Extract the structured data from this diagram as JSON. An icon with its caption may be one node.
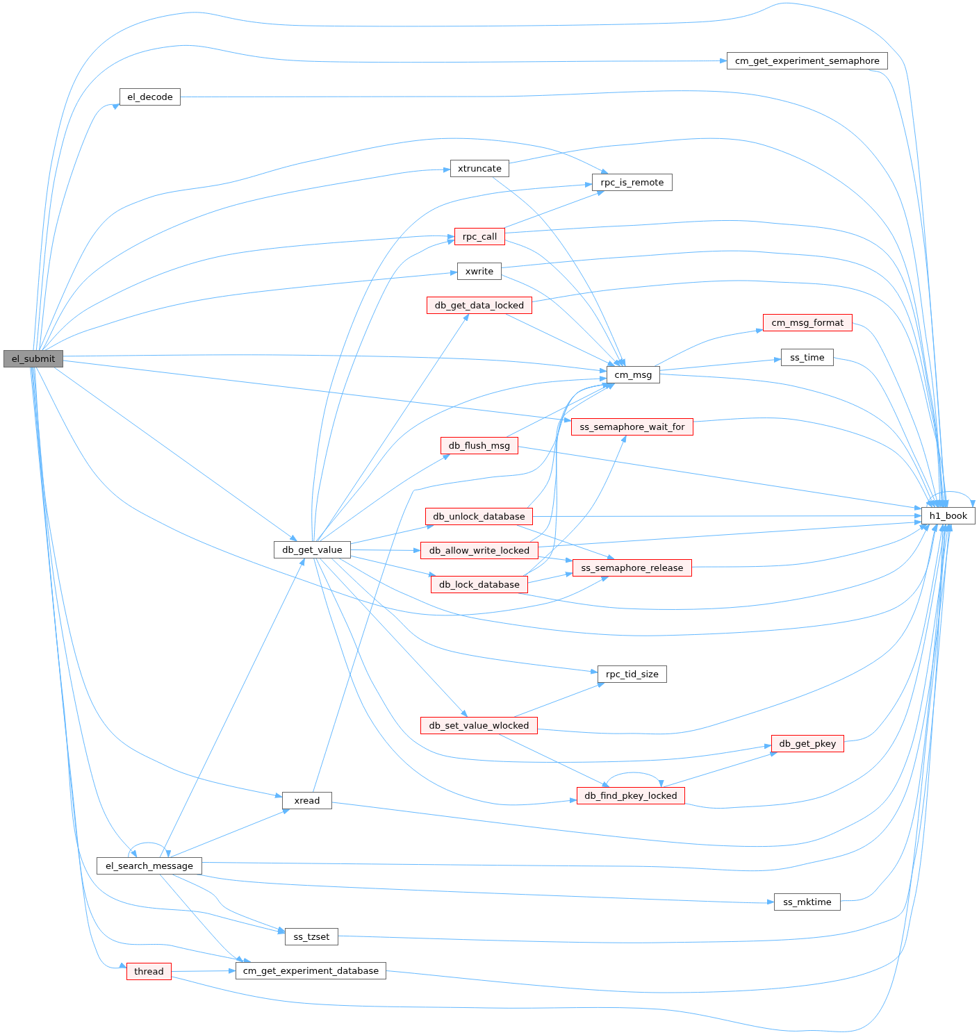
{
  "diagram": {
    "nodes": [
      {
        "text": [
          "el_submit"
        ]
      },
      {
        "text": [
          "el_decode"
        ]
      },
      {
        "text": [
          "cm_get_experiment_semaphore"
        ]
      },
      {
        "text": [
          "xtruncate"
        ]
      },
      {
        "text": [
          "rpc_is_remote"
        ]
      },
      {
        "text": [
          "rpc_call"
        ]
      },
      {
        "text": [
          "xwrite"
        ]
      },
      {
        "text": [
          "db_get_data_locked"
        ]
      },
      {
        "text": [
          "cm_msg"
        ]
      },
      {
        "text": [
          "cm_msg_format"
        ]
      },
      {
        "text": [
          "ss_time"
        ]
      },
      {
        "text": [
          "ss_semaphore_wait_for"
        ]
      },
      {
        "text": [
          "db_flush_msg"
        ]
      },
      {
        "text": [
          "h1_book"
        ]
      },
      {
        "text": [
          "db_unlock_database"
        ]
      },
      {
        "text": [
          "db_get_value"
        ]
      },
      {
        "text": [
          "db_allow_write_locked"
        ]
      },
      {
        "text": [
          "db_lock_database"
        ]
      },
      {
        "text": [
          "ss_semaphore_release"
        ]
      },
      {
        "text": [
          "rpc_tid_size"
        ]
      },
      {
        "text": [
          "db_set_value_wlocked"
        ]
      },
      {
        "text": [
          "db_get_pkey"
        ]
      },
      {
        "text": [
          "db_find_pkey_locked"
        ]
      },
      {
        "text": [
          "xread"
        ]
      },
      {
        "text": [
          "el_search_message"
        ]
      },
      {
        "text": [
          "ss_mktime"
        ]
      },
      {
        "text": [
          "ss_tzset"
        ]
      },
      {
        "text": [
          "thread"
        ]
      },
      {
        "text": [
          "cm_get_experiment_database"
        ]
      }
    ],
    "edges": [
      {
        "from": 0,
        "to": 13,
        "arrow": "to"
      },
      {
        "from": 0,
        "to": 2,
        "arrow": "to"
      },
      {
        "from": 0,
        "to": 1,
        "arrow": "to"
      },
      {
        "from": 0,
        "to": 4,
        "arrow": "to"
      },
      {
        "from": 0,
        "to": 3,
        "arrow": "to"
      },
      {
        "from": 0,
        "to": 5,
        "arrow": "to"
      },
      {
        "from": 0,
        "to": 6,
        "arrow": "to"
      },
      {
        "from": 0,
        "to": 8,
        "arrow": "to"
      },
      {
        "from": 0,
        "to": 11,
        "arrow": "to"
      },
      {
        "from": 0,
        "to": 15,
        "arrow": "to"
      },
      {
        "from": 0,
        "to": 18,
        "arrow": "to"
      },
      {
        "from": 0,
        "to": 23,
        "arrow": "to"
      },
      {
        "from": 0,
        "to": 24,
        "arrow": "to"
      },
      {
        "from": 0,
        "to": 26,
        "arrow": "to"
      },
      {
        "from": 0,
        "to": 28,
        "arrow": "to"
      },
      {
        "from": 0,
        "to": 27,
        "arrow": "to"
      },
      {
        "from": 1,
        "to": 13,
        "arrow": "to"
      },
      {
        "from": 2,
        "to": 13,
        "arrow": "to"
      },
      {
        "from": 3,
        "to": 13,
        "arrow": "to"
      },
      {
        "from": 3,
        "to": 8,
        "arrow": "to"
      },
      {
        "from": 5,
        "to": 4,
        "arrow": "to"
      },
      {
        "from": 5,
        "to": 13,
        "arrow": "to"
      },
      {
        "from": 5,
        "to": 8,
        "arrow": "to"
      },
      {
        "from": 6,
        "to": 13,
        "arrow": "to"
      },
      {
        "from": 6,
        "to": 8,
        "arrow": "to"
      },
      {
        "from": 7,
        "to": 13,
        "arrow": "to"
      },
      {
        "from": 7,
        "to": 8,
        "arrow": "to"
      },
      {
        "from": 8,
        "to": 9,
        "arrow": "to"
      },
      {
        "from": 8,
        "to": 10,
        "arrow": "to"
      },
      {
        "from": 8,
        "to": 13,
        "arrow": "to"
      },
      {
        "from": 9,
        "to": 13,
        "arrow": "to"
      },
      {
        "from": 10,
        "to": 13,
        "arrow": "to"
      },
      {
        "from": 11,
        "to": 13,
        "arrow": "to"
      },
      {
        "from": 12,
        "to": 8,
        "arrow": "to"
      },
      {
        "from": 12,
        "to": 13,
        "arrow": "to"
      },
      {
        "from": 13,
        "to": 13,
        "arrow": "to"
      },
      {
        "from": 14,
        "to": 8,
        "arrow": "to"
      },
      {
        "from": 14,
        "to": 13,
        "arrow": "to"
      },
      {
        "from": 14,
        "to": 18,
        "arrow": "to"
      },
      {
        "from": 15,
        "to": 4,
        "arrow": "to"
      },
      {
        "from": 15,
        "to": 5,
        "arrow": "to"
      },
      {
        "from": 15,
        "to": 7,
        "arrow": "to"
      },
      {
        "from": 15,
        "to": 8,
        "arrow": "to"
      },
      {
        "from": 15,
        "to": 12,
        "arrow": "to"
      },
      {
        "from": 15,
        "to": 14,
        "arrow": "to"
      },
      {
        "from": 15,
        "to": 16,
        "arrow": "to"
      },
      {
        "from": 15,
        "to": 17,
        "arrow": "to"
      },
      {
        "from": 15,
        "to": 13,
        "arrow": "to"
      },
      {
        "from": 15,
        "to": 19,
        "arrow": "to"
      },
      {
        "from": 15,
        "to": 20,
        "arrow": "to"
      },
      {
        "from": 15,
        "to": 21,
        "arrow": "to"
      },
      {
        "from": 15,
        "to": 22,
        "arrow": "to"
      },
      {
        "from": 16,
        "to": 8,
        "arrow": "to"
      },
      {
        "from": 16,
        "to": 13,
        "arrow": "to"
      },
      {
        "from": 16,
        "to": 18,
        "arrow": "to"
      },
      {
        "from": 17,
        "to": 8,
        "arrow": "to"
      },
      {
        "from": 17,
        "to": 11,
        "arrow": "to"
      },
      {
        "from": 17,
        "to": 18,
        "arrow": "to"
      },
      {
        "from": 17,
        "to": 13,
        "arrow": "to"
      },
      {
        "from": 18,
        "to": 13,
        "arrow": "to"
      },
      {
        "from": 20,
        "to": 19,
        "arrow": "to"
      },
      {
        "from": 20,
        "to": 13,
        "arrow": "to"
      },
      {
        "from": 20,
        "to": 22,
        "arrow": "to"
      },
      {
        "from": 21,
        "to": 13,
        "arrow": "to"
      },
      {
        "from": 22,
        "to": 22,
        "arrow": "to"
      },
      {
        "from": 22,
        "to": 21,
        "arrow": "to"
      },
      {
        "from": 22,
        "to": 13,
        "arrow": "to"
      },
      {
        "from": 23,
        "to": 8,
        "arrow": "to"
      },
      {
        "from": 23,
        "to": 13,
        "arrow": "to"
      },
      {
        "from": 24,
        "to": 24,
        "arrow": "to"
      },
      {
        "from": 24,
        "to": 15,
        "arrow": "to"
      },
      {
        "from": 24,
        "to": 23,
        "arrow": "to"
      },
      {
        "from": 24,
        "to": 13,
        "arrow": "to"
      },
      {
        "from": 24,
        "to": 25,
        "arrow": "to"
      },
      {
        "from": 24,
        "to": 26,
        "arrow": "to"
      },
      {
        "from": 24,
        "to": 28,
        "arrow": "to"
      },
      {
        "from": 25,
        "to": 13,
        "arrow": "to"
      },
      {
        "from": 26,
        "to": 13,
        "arrow": "to"
      },
      {
        "from": 27,
        "to": 28,
        "arrow": "to"
      },
      {
        "from": 27,
        "to": 13,
        "arrow": "to"
      },
      {
        "from": 28,
        "to": 13,
        "arrow": "to"
      }
    ]
  }
}
